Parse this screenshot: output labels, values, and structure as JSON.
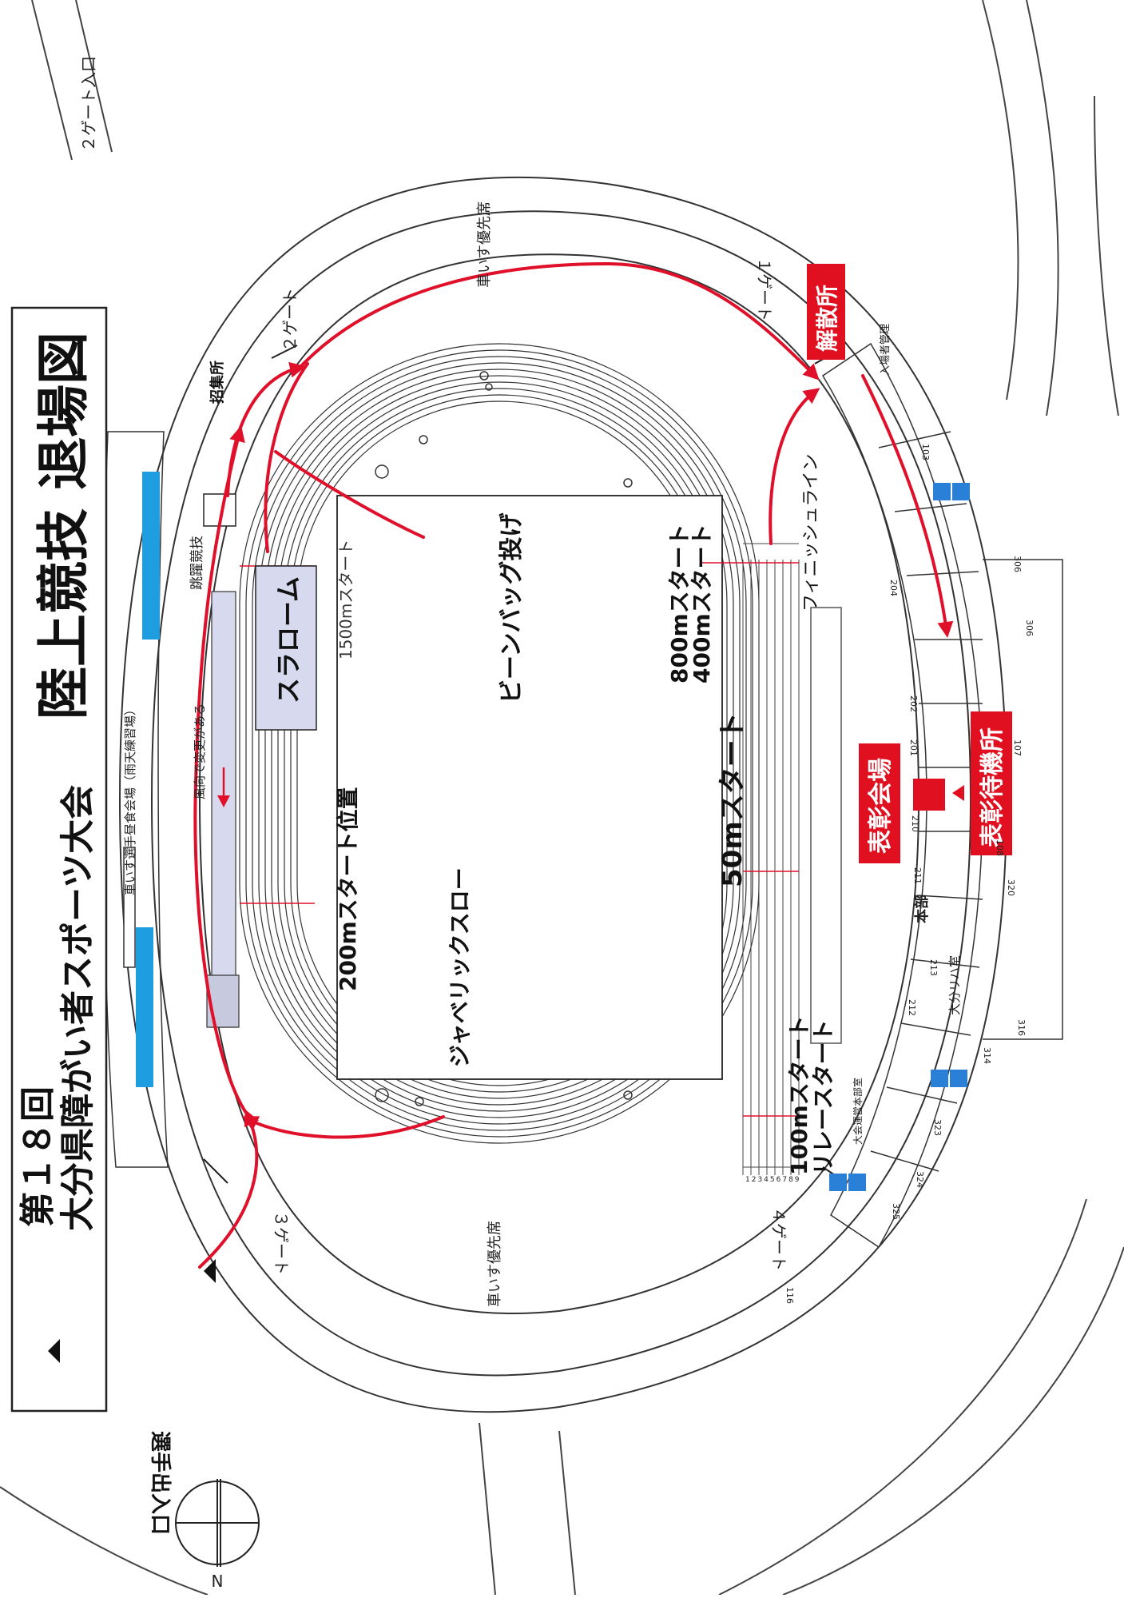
{
  "title_box": {
    "edition": "第１８回",
    "event_name": "大分県障がい者スポーツ大会",
    "map_title": "陸上競技 退場図"
  },
  "gates": {
    "gate1": "１ゲート",
    "gate2": "２ゲート",
    "gate2_entrance": "２ゲート入口",
    "gate3": "３ゲート",
    "gate4": "４ゲート"
  },
  "facility_labels": {
    "call_area": "招集所",
    "dismissal_area": "解散所",
    "awards_venue": "表彰会場",
    "awards_waiting": "表彰待機所",
    "athlete_entrance": "選手出入口",
    "lunch_area": "車いす選手昼食会場（雨天練習場）",
    "wheelchair_seats_top": "車いす優先席",
    "wheelchair_seats_bottom": "車いす優先席",
    "wind_note": "風向で変更がある",
    "jump_event": "跳躍競技",
    "headquarters": "本部",
    "entry_management": "入場者管理",
    "oita_room": "大分リハ室",
    "relay_office": "大会運営本部室"
  },
  "event_labels": {
    "slalom": "スラローム",
    "beanbag": "ビーンバッグ投げ",
    "javelin": "ジャベリックスロー",
    "start_1500": "1500mスタート",
    "start_200": "200mスタート位置",
    "start_50": "50mスタート",
    "start_800": "800mスタート",
    "start_400": "400mスタート",
    "finish_line": "フィニッシュライン",
    "start_100": "100mスタート",
    "start_relay": "リレースタート"
  },
  "rooms": [
    "103",
    "204",
    "306",
    "306",
    "202",
    "201",
    "107",
    "108",
    "210",
    "211",
    "212",
    "320",
    "213",
    "314",
    "316",
    "323",
    "324",
    "325",
    "116"
  ],
  "lane_numbers": "123456789",
  "compass": {
    "north": "N"
  },
  "colors": {
    "route_red": "#e0102a",
    "label_red": "#e01020",
    "water_blue": "#1e9ee0",
    "slalom_fill": "#d7d9ee",
    "line": "#222222"
  }
}
